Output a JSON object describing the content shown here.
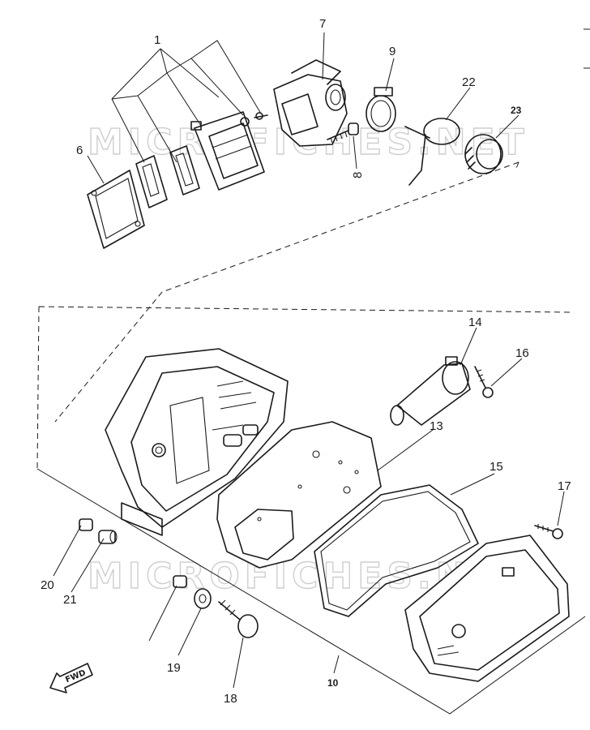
{
  "watermark": {
    "text": "MICROFICHES.NET"
  },
  "fwd_label": "FWD",
  "callouts": {
    "c1": "1",
    "c6": "6",
    "c7": "7",
    "c8": "8",
    "c9": "9",
    "c10": "10",
    "c13": "13",
    "c14": "14",
    "c15": "15",
    "c16": "16",
    "c17": "17",
    "c18": "18",
    "c19": "19",
    "c20": "20",
    "c21": "21",
    "c22": "22",
    "c23": "23"
  }
}
